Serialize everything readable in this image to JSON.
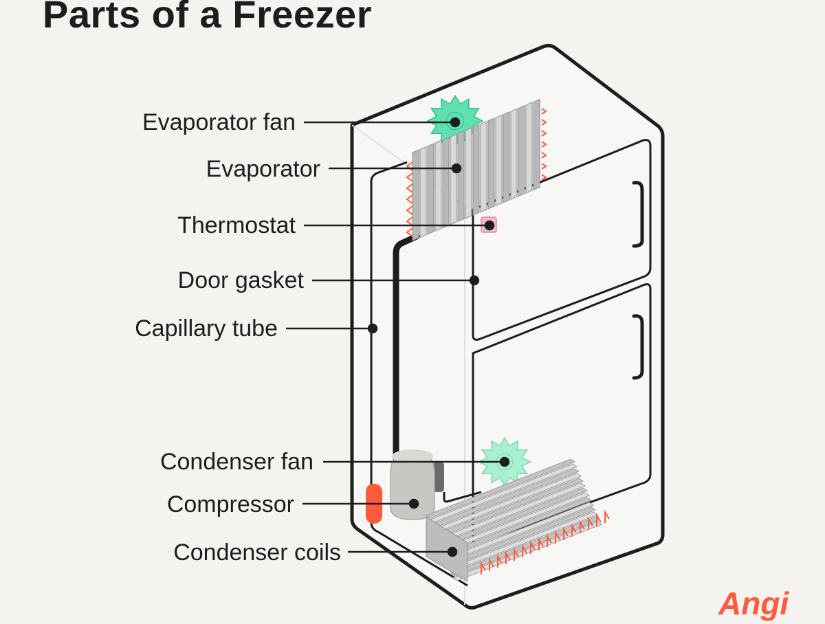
{
  "title": "Parts of a Freezer",
  "labels": {
    "evaporator_fan": "Evaporator fan",
    "evaporator": "Evaporator",
    "thermostat": "Thermostat",
    "door_gasket": "Door gasket",
    "capillary_tube": "Capillary tube",
    "condenser_fan": "Condenser fan",
    "compressor": "Compressor",
    "condenser_coils": "Condenser coils"
  },
  "brand": "Angi",
  "colors": {
    "background": "#f4f3ef",
    "outline": "#1d1d1d",
    "fan": "#5fe0b0",
    "fan_light": "#a8f0d2",
    "accent_red": "#ff5a3c",
    "thermostat": "#f2b8c6",
    "metal": "#c9c9c9"
  }
}
